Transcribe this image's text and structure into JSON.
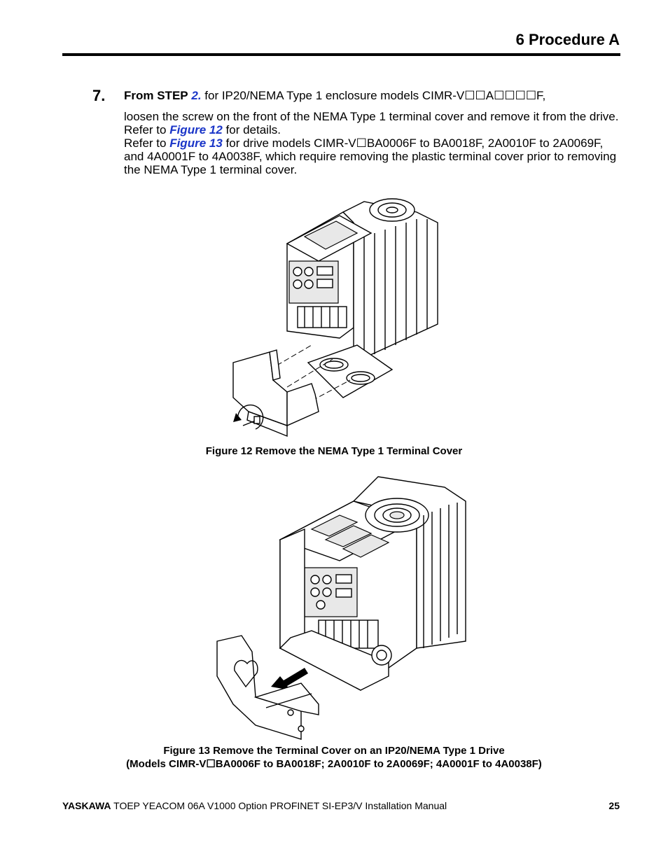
{
  "header": {
    "section_title": "6  Procedure A"
  },
  "step": {
    "number": "7.",
    "lead_bold": "From STEP",
    "step_link": "2.",
    "line1_rest": " for IP20/NEMA Type 1 enclosure models CIMR-V☐☐A☐☐☐☐F,",
    "para2_a": "loosen the screw on the front of the NEMA Type 1 terminal cover and remove it from the drive. Refer to ",
    "fig12_link": "Figure 12",
    "para2_b": " for details.",
    "para3_a": "Refer to ",
    "fig13_link": "Figure 13",
    "para3_b": " for drive models CIMR-V☐BA0006F to BA0018F, 2A0010F to 2A0069F, and 4A0001F to 4A0038F, which require removing the plastic terminal cover prior to removing the NEMA Type 1 terminal cover."
  },
  "figure12": {
    "caption": "Figure 12  Remove the NEMA Type 1 Terminal Cover"
  },
  "figure13": {
    "caption_line1": "Figure 13  Remove the Terminal Cover on an IP20/NEMA Type 1 Drive",
    "caption_line2": "(Models CIMR-V☐BA0006F to BA0018F; 2A0010F to 2A0069F; 4A0001F to 4A0038F)"
  },
  "footer": {
    "brand": "YASKAWA",
    "manual_title": " TOEP YEACOM 06A V1000 Option PROFINET SI-EP3/V  Installation Manual",
    "page_number": "25"
  }
}
